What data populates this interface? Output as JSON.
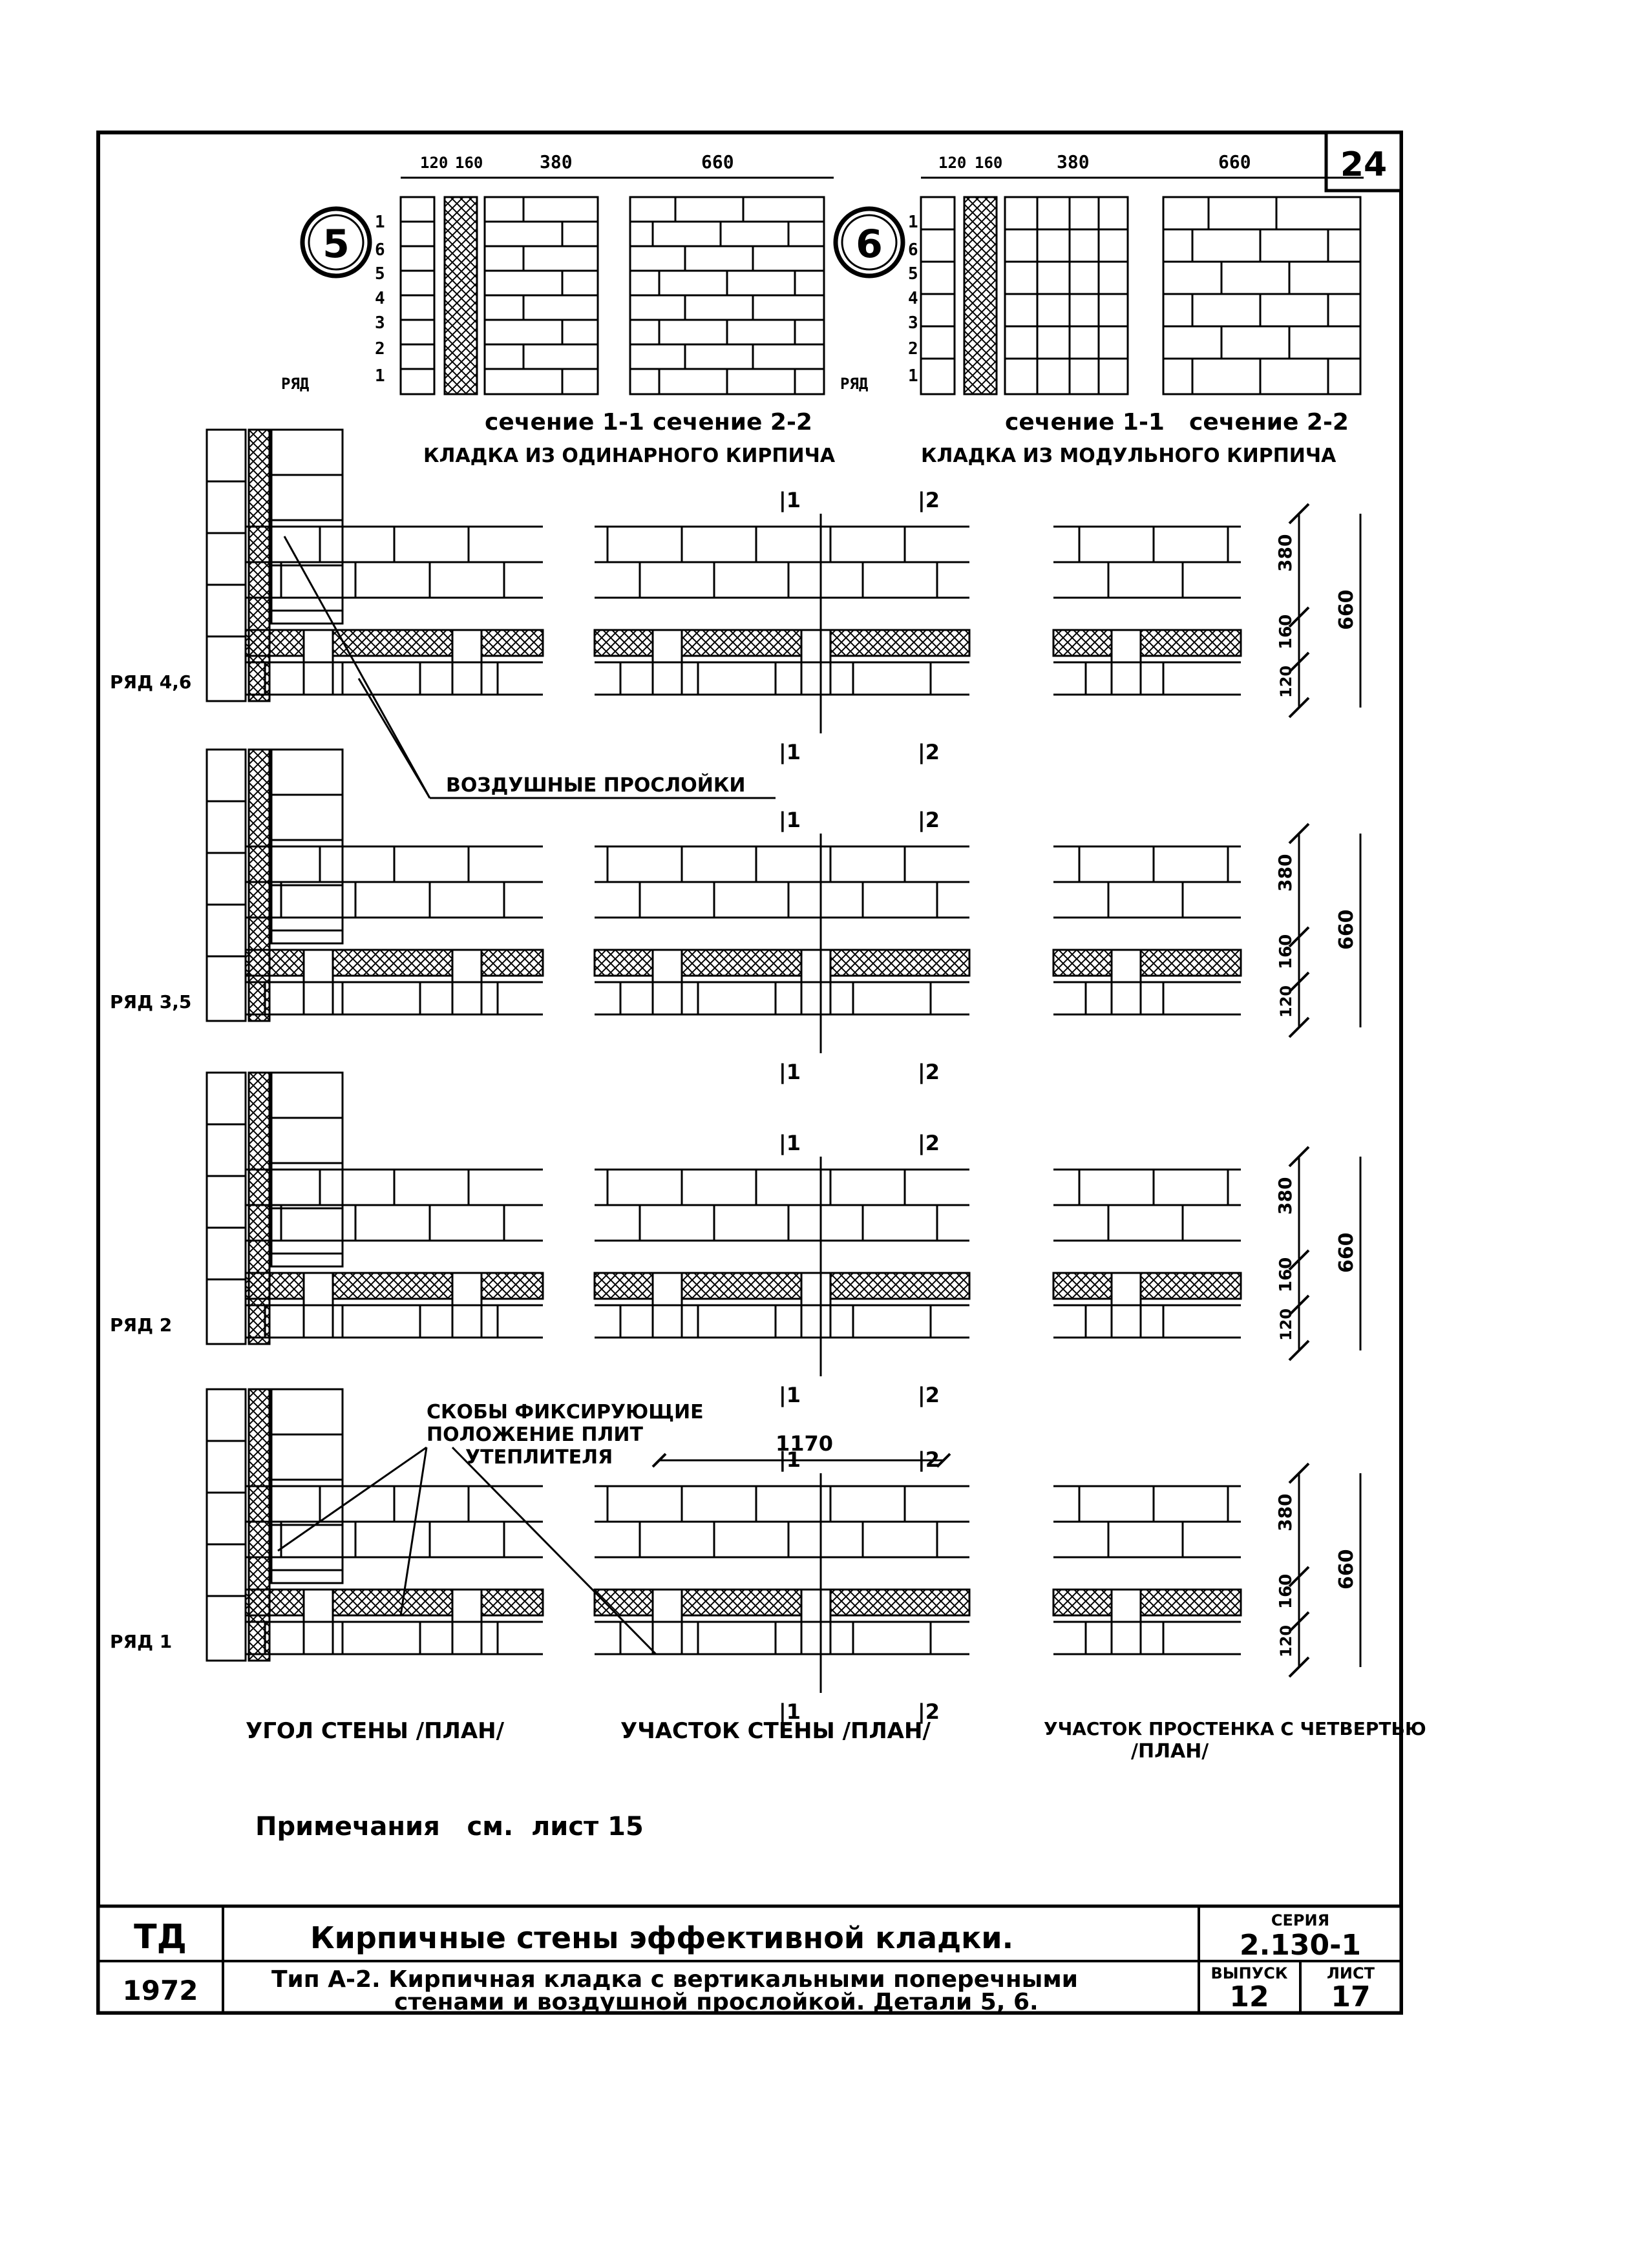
{
  "sheet_number": "24",
  "detail_5": {
    "id": "5",
    "dims_top": [
      "120",
      "160",
      "380",
      "660"
    ],
    "row_label": "РЯД",
    "row_numbers": [
      "1",
      "6",
      "5",
      "4",
      "3",
      "2",
      "1"
    ],
    "section_1_1": "сечение 1-1",
    "section_2_2": "сечение 2-2",
    "masonry_type": "КЛАДКА ИЗ ОДИНАРНОГО КИРПИЧА"
  },
  "detail_6": {
    "id": "6",
    "dims_top": [
      "120",
      "160",
      "380",
      "660"
    ],
    "row_label": "РЯД",
    "row_numbers": [
      "1",
      "6",
      "5",
      "4",
      "3",
      "2",
      "1"
    ],
    "section_1_1": "сечение 1-1",
    "section_2_2": "сечение 2-2",
    "masonry_type": "КЛАДКА ИЗ МОДУЛЬНОГО КИРПИЧА"
  },
  "plans": [
    {
      "row": "РЯД 4,6",
      "cut1": "1",
      "cut2": "2",
      "dims": [
        "380",
        "160",
        "120"
      ],
      "total": "660"
    },
    {
      "row": "РЯД 3,5",
      "cut1": "1",
      "cut2": "2",
      "dims": [
        "380",
        "160",
        "120"
      ],
      "total": "660"
    },
    {
      "row": "РЯД 2",
      "cut1": "1",
      "cut2": "2",
      "dims": [
        "380",
        "160",
        "120"
      ],
      "total": "660"
    },
    {
      "row": "РЯД 1",
      "cut1": "1",
      "cut2": "2",
      "dims": [
        "380",
        "160",
        "120"
      ],
      "total": "660"
    }
  ],
  "callouts": {
    "air_gaps": "ВОЗДУШНЫЕ ПРОСЛОЙКИ",
    "brackets_line1": "СКОБЫ ФИКСИРУЮЩИЕ",
    "brackets_line2": "ПОЛОЖЕНИЕ ПЛИТ",
    "brackets_line3": "УТЕПЛИТЕЛЯ",
    "span_1170": "1170"
  },
  "captions": {
    "corner": "УГОЛ СТЕНЫ /ПЛАН/",
    "wall_section": "УЧАСТОК СТЕНЫ /ПЛАН/",
    "pier": "УЧАСТОК ПРОСТЕНКА С ЧЕТВЕРТЬЮ",
    "pier_plan": "/ПЛАН/"
  },
  "notes": "Примечания   см.  лист 15",
  "title_block": {
    "org": "ТД",
    "year": "1972",
    "title": "Кирпичные стены эффективной кладки.",
    "subtitle_line1": "Тип  А-2. Кирпичная кладка с вертикальными поперечными",
    "subtitle_line2": "стенами и воздушной прослойкой.  Детали 5, 6.",
    "series_label": "СЕРИЯ",
    "series_value": "2.130-1",
    "issue_label": "ВЫПУСК",
    "issue_value": "12",
    "sheet_label": "ЛИСТ",
    "sheet_value": "17"
  }
}
